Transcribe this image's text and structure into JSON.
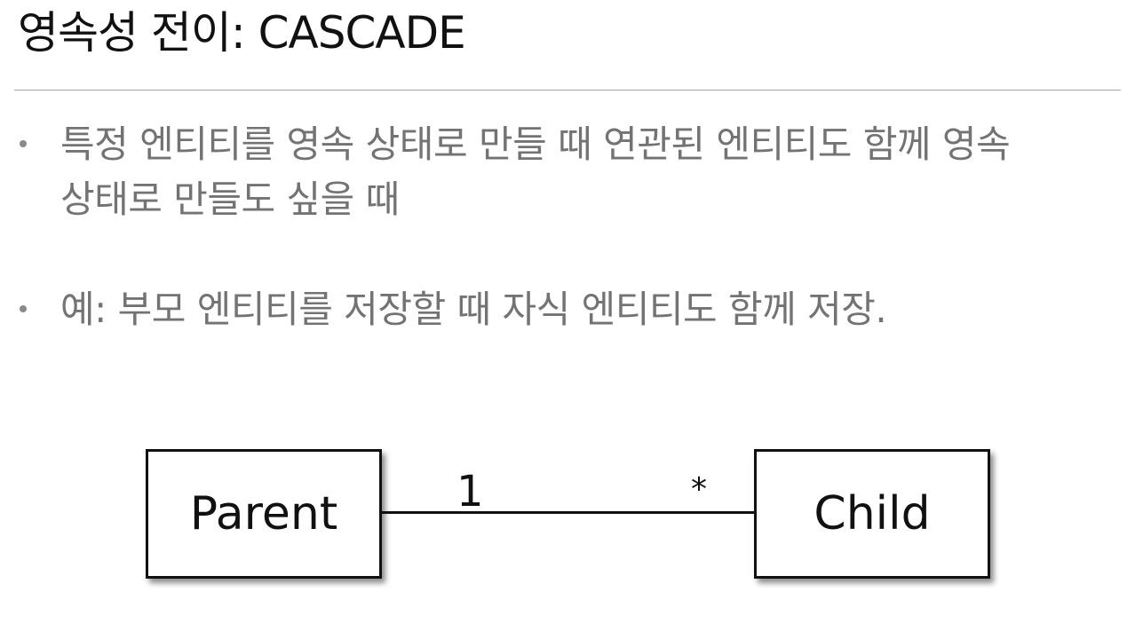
{
  "slide": {
    "title": "영속성 전이: CASCADE"
  },
  "bullets": [
    {
      "text": "특정 엔티티를 영속 상태로 만들 때 연관된 엔티티도 함께 영속\n상태로 만들도 싶을 때"
    },
    {
      "text": "예: 부모 엔티티를 저장할 때 자식 엔티티도 함께 저장."
    }
  ],
  "diagram": {
    "left_entity": "Parent",
    "right_entity": "Child",
    "left_multiplicity": "1",
    "right_multiplicity": "*"
  },
  "colors": {
    "title": "#111111",
    "bullet_text": "#737373",
    "divider": "#a8a8a8",
    "diagram_stroke": "#111111"
  }
}
